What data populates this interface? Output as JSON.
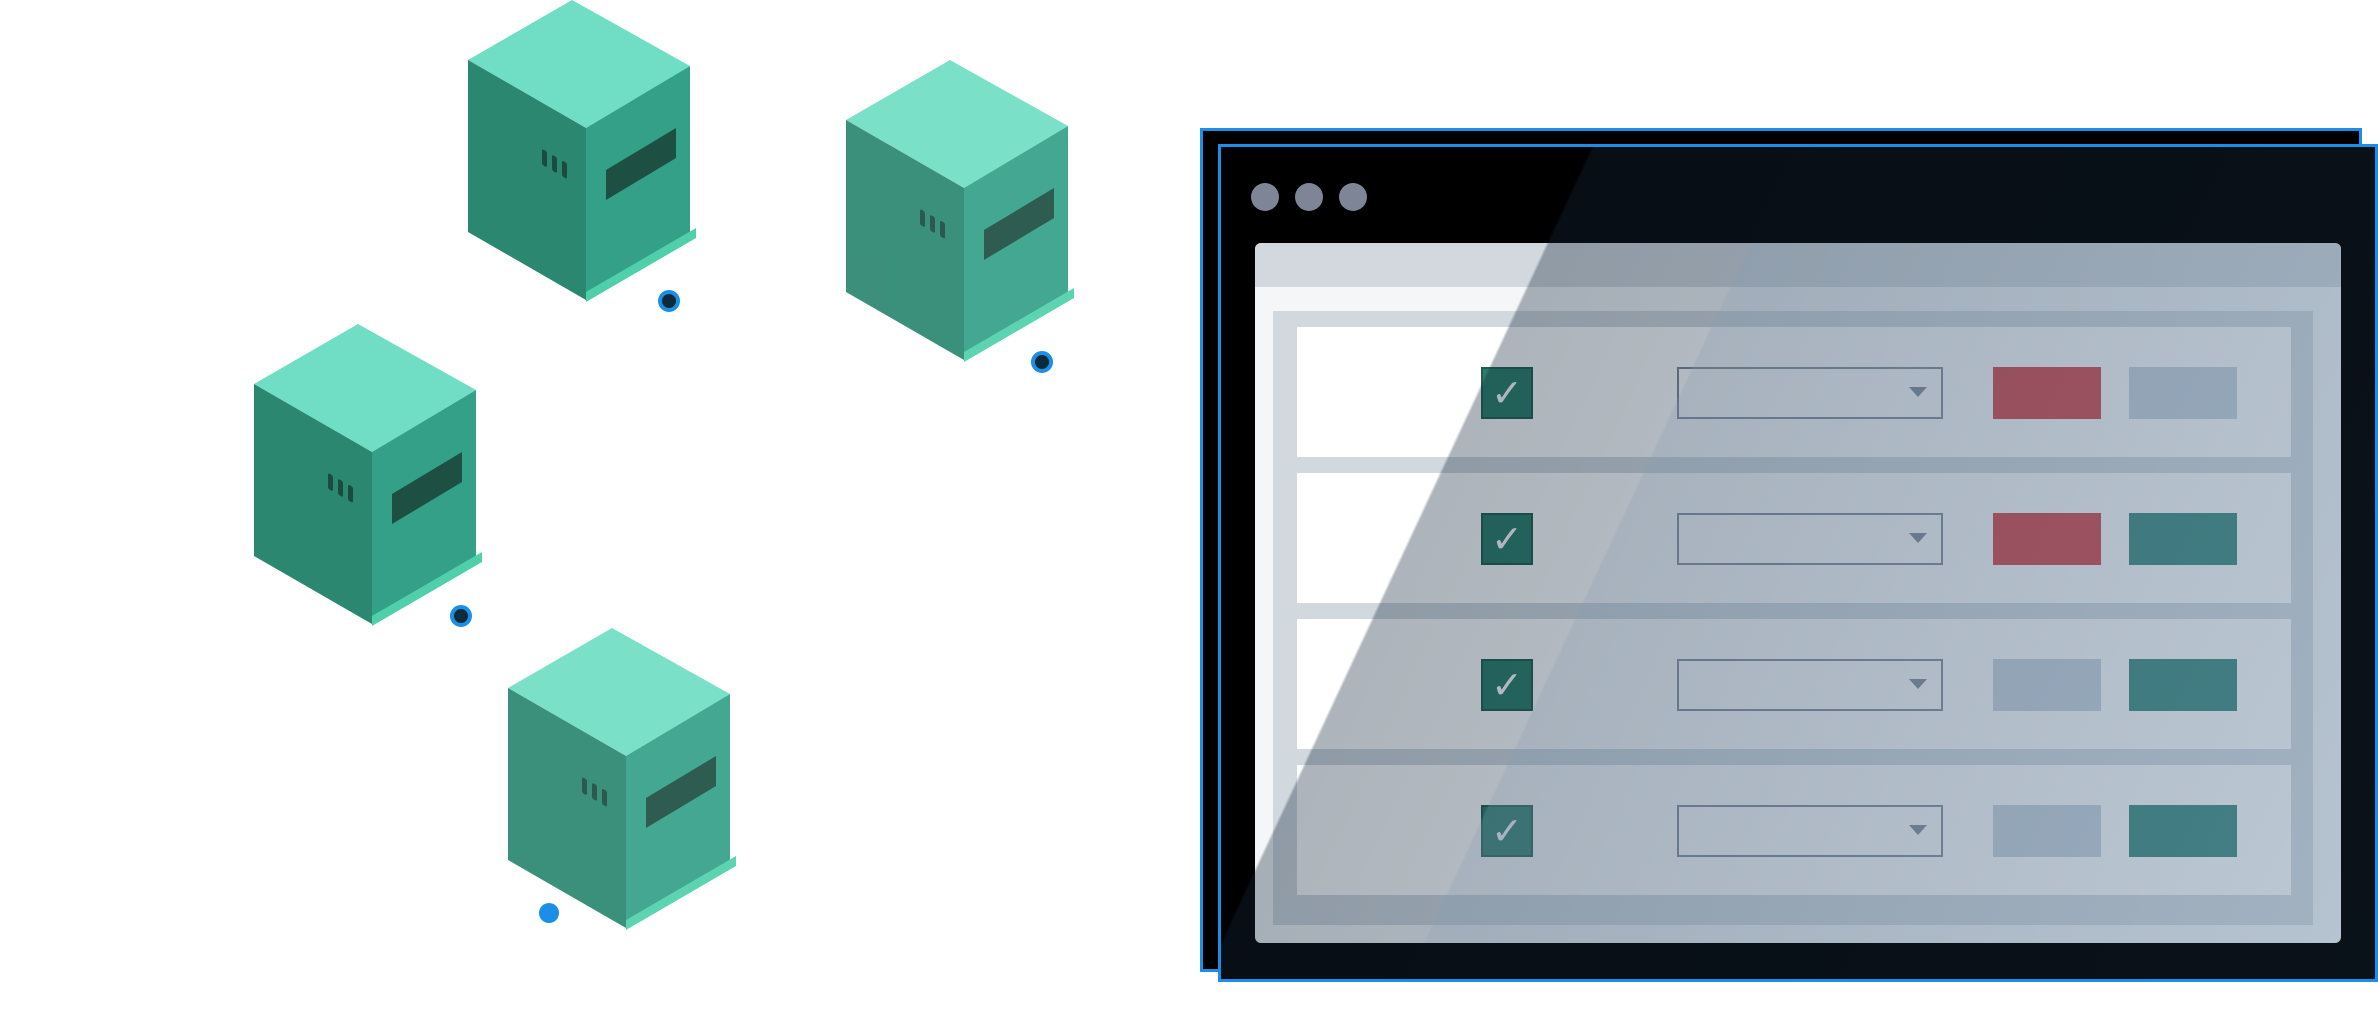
{
  "colors": {
    "accent_blue": "#1b8ee8",
    "server_top": "#6fdec4",
    "server_left": "#2b8770",
    "server_right": "#34a088",
    "window_bg": "#000000",
    "panel_bg": "#f4f6f8",
    "frame": "#d1d8de",
    "check_green": "#2a7d6a",
    "red": "#d33339",
    "gray": "#c3cfdb",
    "teal": "#277e72"
  },
  "servers": [
    {
      "name": "server-1",
      "status": "ring"
    },
    {
      "name": "server-2",
      "status": "ring"
    },
    {
      "name": "server-3",
      "status": "ring"
    },
    {
      "name": "server-4",
      "status": "solid"
    }
  ],
  "window": {
    "dots": [
      "dot-1",
      "dot-2",
      "dot-3"
    ],
    "rows": [
      {
        "checked": true,
        "check_glyph": "✓",
        "pill_1": "red",
        "pill_2": "gray"
      },
      {
        "checked": true,
        "check_glyph": "✓",
        "pill_1": "red",
        "pill_2": "teal"
      },
      {
        "checked": true,
        "check_glyph": "✓",
        "pill_1": "gray",
        "pill_2": "teal"
      },
      {
        "checked": true,
        "check_glyph": "✓",
        "pill_1": "gray",
        "pill_2": "teal"
      }
    ]
  }
}
